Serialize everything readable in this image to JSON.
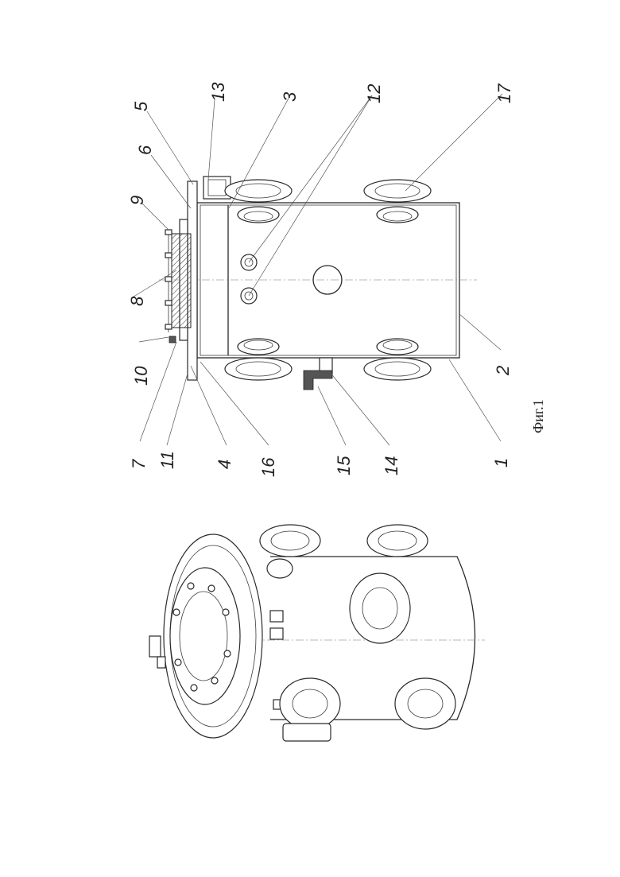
{
  "figure": {
    "caption": "Фиг.1",
    "labels": {
      "l1": "1",
      "l2": "2",
      "l3": "3",
      "l4": "4",
      "l5": "5",
      "l6": "6",
      "l7": "7",
      "l8": "8",
      "l9": "9",
      "l10": "10",
      "l11": "11",
      "l12": "12",
      "l13": "13",
      "l14": "14",
      "l15": "15",
      "l16": "16",
      "l17": "17"
    }
  }
}
